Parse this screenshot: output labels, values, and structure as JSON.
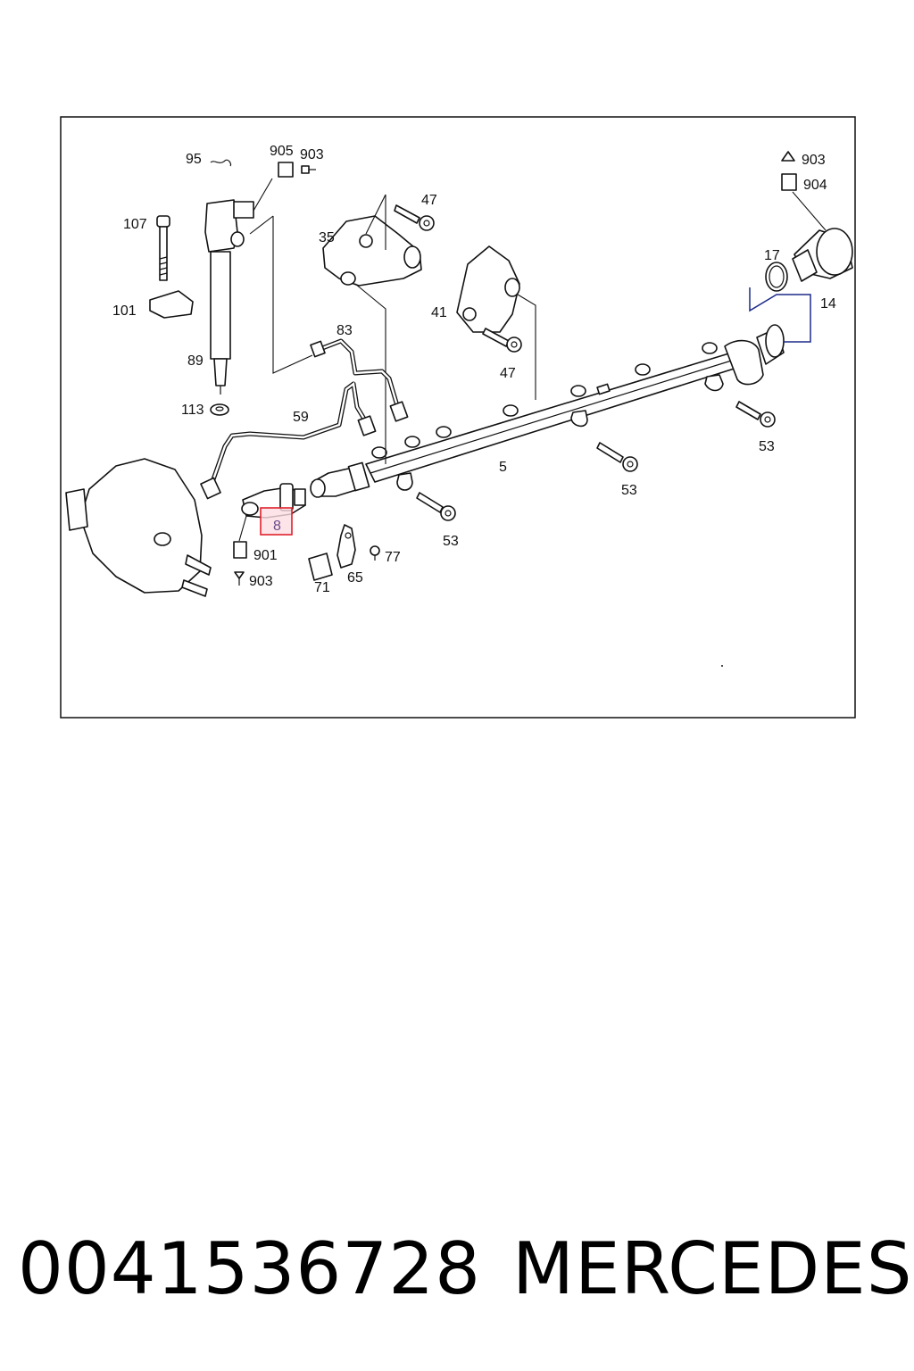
{
  "labels": {
    "l95": "95",
    "l905": "905",
    "l903a": "903",
    "l903b": "903",
    "l904": "904",
    "l107": "107",
    "l47a": "47",
    "l35": "35",
    "l17": "17",
    "l14": "14",
    "l101": "101",
    "l41": "41",
    "l83": "83",
    "l89": "89",
    "l47b": "47",
    "l113": "113",
    "l59": "59",
    "l53a": "53",
    "l5": "5",
    "l53b": "53",
    "l8": "8",
    "l53c": "53",
    "l901": "901",
    "l77": "77",
    "l903c": "903",
    "l71": "71",
    "l65": "65"
  },
  "highlighted_part": "8",
  "footer": {
    "part_number": "0041536728",
    "brand": "MERCEDES"
  },
  "colors": {
    "highlight_border": "#e0202a",
    "highlight_fill": "#fbdde3",
    "leader_blue": "#1b2a88"
  }
}
